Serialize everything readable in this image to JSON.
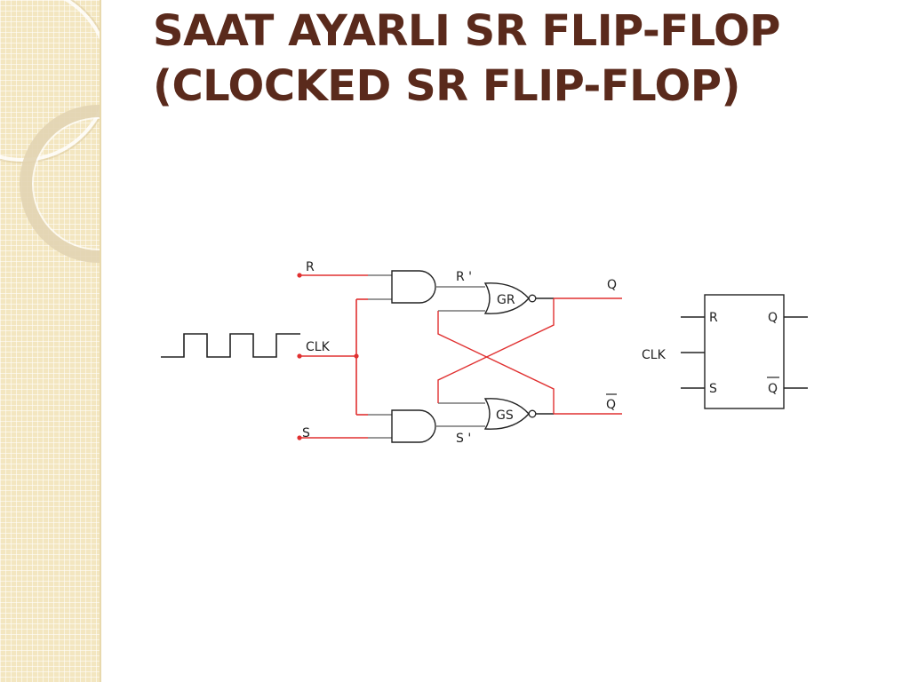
{
  "slide": {
    "title_line1": "SAAT AYARLI SR FLIP-FLOP",
    "title_line2": "(CLOCKED SR FLIP-FLOP)"
  },
  "circuit": {
    "inputs": {
      "r": "R",
      "clk": "CLK",
      "s": "S"
    },
    "intermediate": {
      "r_prime": "R '",
      "s_prime": "S '"
    },
    "gates": {
      "gr": "GR",
      "gs": "GS"
    },
    "outputs": {
      "q": "Q",
      "q_bar": "Q"
    }
  },
  "block_symbol": {
    "r": "R",
    "s": "S",
    "clk": "CLK",
    "q": "Q",
    "q_bar": "Q"
  },
  "colors": {
    "title": "#5a2a1c",
    "wire_red": "#e03030",
    "wire_black": "#222222",
    "sidebar": "#f3e6c0"
  }
}
